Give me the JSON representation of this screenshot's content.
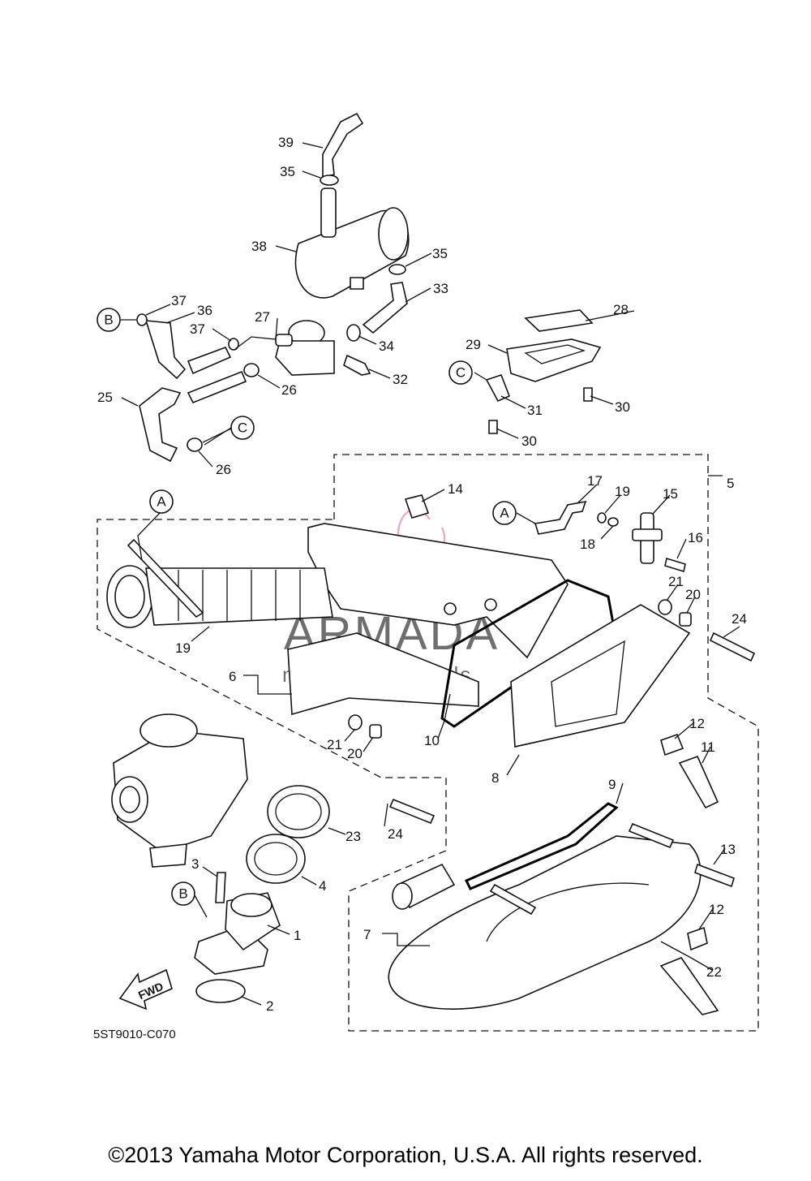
{
  "callouts": [
    "1",
    "2",
    "3",
    "4",
    "5",
    "6",
    "7",
    "8",
    "9",
    "10",
    "11",
    "12",
    "12",
    "13",
    "14",
    "15",
    "16",
    "17",
    "18",
    "19",
    "19",
    "20",
    "20",
    "21",
    "21",
    "22",
    "23",
    "24",
    "24",
    "25",
    "26",
    "26",
    "27",
    "28",
    "29",
    "30",
    "30",
    "31",
    "32",
    "33",
    "34",
    "35",
    "35",
    "36",
    "37",
    "37",
    "38",
    "39"
  ],
  "refs": [
    "A",
    "A",
    "B",
    "B",
    "C",
    "C"
  ],
  "diagram_code": "5ST9010-C070",
  "fwd_label": "FWD",
  "watermark": {
    "title": "ARMADA",
    "subtitle": "marine outboards",
    "color": "#e8a0c0"
  },
  "copyright": "©2013 Yamaha Motor Corporation, U.S.A. All rights reserved."
}
